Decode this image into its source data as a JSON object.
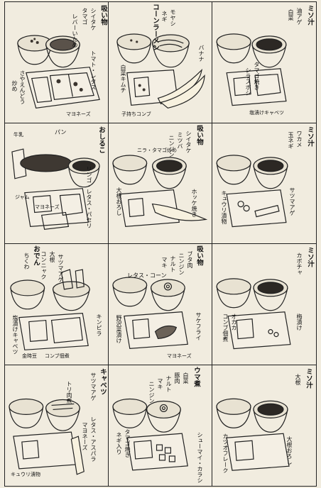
{
  "panels": [
    {
      "soup": "吸い物",
      "labels": [
        "シイタケ",
        "タマゴ",
        "レバーいため",
        "トマト・レタス",
        "マヨネーズ",
        "さやえんどう",
        "炒め"
      ]
    },
    {
      "soup": "コーンラーメン",
      "labels": [
        "モヤシ",
        "ネギ",
        "白菜キムチ",
        "バナナ",
        "子持ちコンブ"
      ]
    },
    {
      "soup": "ミソ汁",
      "labels": [
        "油アゲ",
        "白菜",
        "タマゴ焼き",
        "シラスボシ",
        "塩漬けキャベツ"
      ]
    },
    {
      "soup": "おしるこ",
      "labels": [
        "牛乳",
        "パン",
        "リンゴ・レタス・パセリ",
        "ジャム",
        "マヨネーズ"
      ]
    },
    {
      "soup": "吸い物",
      "labels": [
        "シイタケ",
        "ミツバ",
        "ニンジン",
        "ニラ・タマゴ炒め",
        "大根おろし",
        "ホッケ焼き"
      ]
    },
    {
      "soup": "ミソ汁",
      "labels": [
        "ワカメ",
        "玉ネギ",
        "キュウリ漬物",
        "サツマアゲ"
      ]
    },
    {
      "soup": "おでん",
      "labels": [
        "ちくわ",
        "大根",
        "コンニャク",
        "サツマアゲ",
        "キンピラ",
        "塩漬けキャベツ",
        "金時豆",
        "コンブ佃煮"
      ]
    },
    {
      "soup": "吸い物",
      "labels": [
        "ブタ肉",
        "ニンジン",
        "ナルト",
        "マキ",
        "レタス・コーン",
        "サケフライ",
        "野沢菜漬け",
        "マヨネーズ"
      ]
    },
    {
      "soup": "ミソ汁",
      "labels": [
        "カボチャ",
        "オカカ",
        "コンブ佃煮",
        "梅漬け"
      ]
    },
    {
      "soup": "キャベツ",
      "labels": [
        "サツマアゲ",
        "トリ肉煮",
        "レタス・アスパラ",
        "マヨネーズ",
        "キュウリ漬物"
      ]
    },
    {
      "soup": "ウマ煮",
      "labels": [
        "白菜",
        "豚肉",
        "ナルト",
        "マキ",
        "ニンジン",
        "タマゴ焼き",
        "ネギ入り",
        "シューマイ・カラシ"
      ]
    },
    {
      "soup": "ミソ汁",
      "labels": [
        "大根",
        "カツオフレーク",
        "大根おろし"
      ]
    }
  ]
}
